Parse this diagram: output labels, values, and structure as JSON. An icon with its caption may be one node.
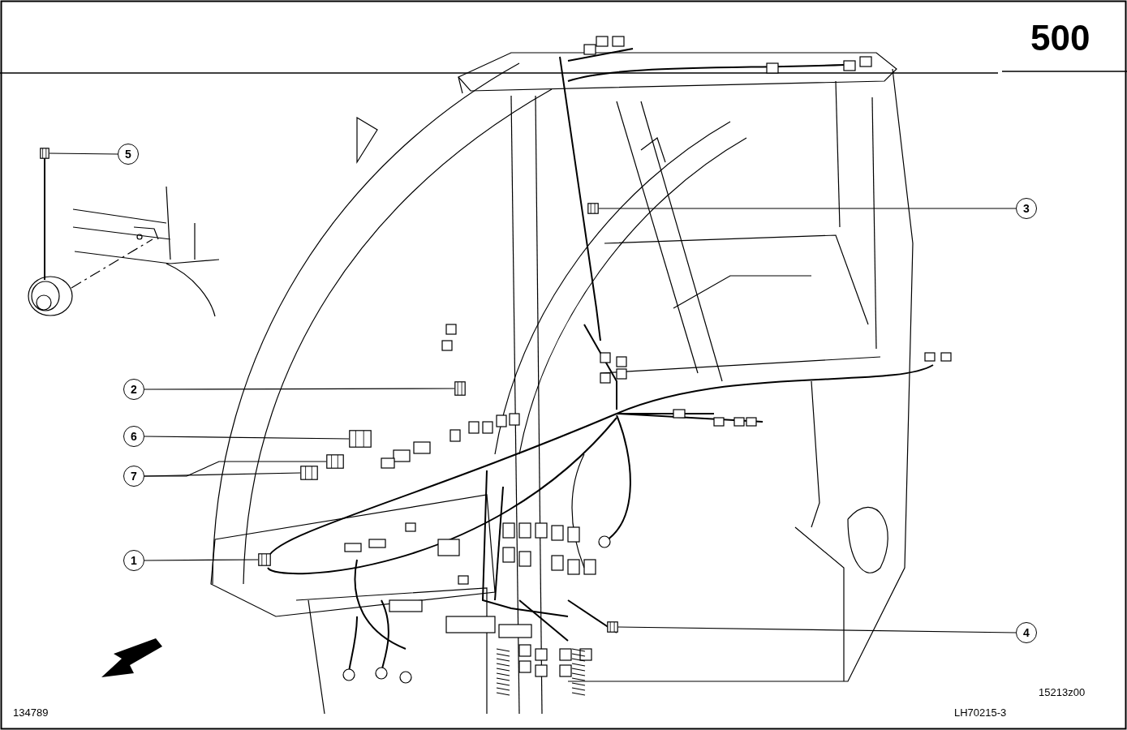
{
  "diagram": {
    "nodes": [
      {
        "text": [
          "1"
        ]
      },
      {
        "text": [
          "2"
        ]
      },
      {
        "text": [
          "3"
        ]
      },
      {
        "text": [
          "4"
        ]
      },
      {
        "text": [
          "5"
        ]
      },
      {
        "text": [
          "6"
        ]
      },
      {
        "text": [
          "7"
        ]
      },
      {
        "text": [],
        "shape": "picture"
      },
      {
        "text": [],
        "shape": "picture"
      },
      {
        "text": [],
        "shape": "picture"
      },
      {
        "text": [],
        "shape": "picture"
      },
      {
        "text": [],
        "shape": "picture"
      },
      {
        "text": [],
        "shape": "picture"
      },
      {
        "text": [],
        "shape": "picture"
      },
      {
        "text": [],
        "shape": "picture"
      }
    ],
    "edges": [
      {
        "from": 0,
        "to": 7,
        "arrow": "none"
      },
      {
        "from": 1,
        "to": 8,
        "arrow": "none"
      },
      {
        "from": 2,
        "to": 9,
        "arrow": "none"
      },
      {
        "from": 3,
        "to": 10,
        "arrow": "none"
      },
      {
        "from": 4,
        "to": 11,
        "arrow": "none"
      },
      {
        "from": 5,
        "to": 12,
        "arrow": "none"
      },
      {
        "from": 6,
        "to": 13,
        "arrow": "none"
      },
      {
        "from": 6,
        "to": 14,
        "arrow": "none"
      }
    ],
    "labels": [
      "500",
      "15213z00",
      "134789",
      "LH70215-3"
    ]
  }
}
